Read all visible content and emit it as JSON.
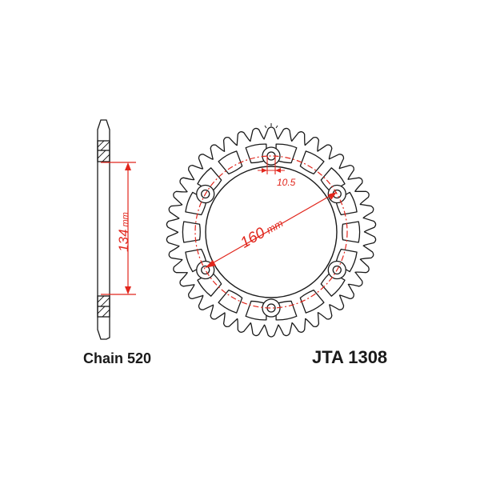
{
  "labels": {
    "chain": "Chain 520",
    "part_number": "JTA 1308"
  },
  "dimensions": {
    "pcd_value": "160",
    "pcd_unit": "mm",
    "center_bore_value": "134",
    "center_bore_unit": "mm",
    "bolt_hole": "10.5"
  },
  "colors": {
    "outline": "#1a1a1a",
    "dimension": "#e1261c",
    "fill": "#ffffff"
  }
}
